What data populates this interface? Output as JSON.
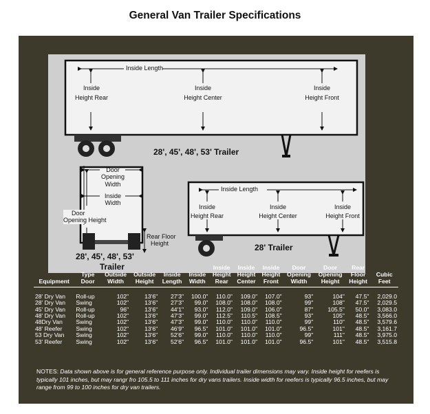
{
  "title": "General Van Trailer Specifications",
  "diagram": {
    "big_trailer": {
      "inside_length": "Inside Length",
      "rear": [
        "Inside",
        "Height Rear"
      ],
      "center": [
        "Inside",
        "Height Center"
      ],
      "front": [
        "Inside",
        "Height Front"
      ],
      "caption": "28', 45', 48', 53' Trailer"
    },
    "rear_view": {
      "door_width": [
        "Door",
        "Opening",
        "Width"
      ],
      "inside_width": [
        "Inside",
        "Width"
      ],
      "door_height": [
        "Door",
        "Opening Height"
      ],
      "floor_height": [
        "Rear Floor",
        "Height"
      ],
      "caption": [
        "28', 45', 48', 53'",
        "Trailer"
      ]
    },
    "small_trailer": {
      "inside_length": "Inside Length",
      "rear": [
        "Inside",
        "Height Rear"
      ],
      "center": [
        "Inside",
        "Height Center"
      ],
      "front": [
        "Inside",
        "Height Front"
      ],
      "caption": "28' Trailer"
    }
  },
  "table": {
    "headers": [
      [
        "Equipment"
      ],
      [
        "Type",
        "Door"
      ],
      [
        "Outside",
        "Width"
      ],
      [
        "Outside",
        "Height"
      ],
      [
        "Inside",
        "Length"
      ],
      [
        "Inside",
        "Width"
      ],
      [
        "Inside",
        "Height",
        "Rear"
      ],
      [
        "Inside",
        "Height",
        "Center"
      ],
      [
        "Inside",
        "Height",
        "Front"
      ],
      [
        "Door",
        "Opening",
        "Width"
      ],
      [
        "Door",
        "Opening",
        "Height"
      ],
      [
        "Rear",
        "Floor",
        "Height"
      ],
      [
        "Cubic",
        "Feet"
      ]
    ],
    "rows": [
      [
        "28' Dry Van",
        "Roll-up",
        "102\"",
        "13'6\"",
        "27'3\"",
        "100.0\"",
        "110.0\"",
        "109.0\"",
        "107.0\"",
        "93\"",
        "104\"",
        "47.5\"",
        "2,029.0"
      ],
      [
        "28' Dry Van",
        "Swing",
        "102\"",
        "13'6\"",
        "27'3\"",
        "99.0\"",
        "108.0\"",
        "108.0\"",
        "108.0\"",
        "99\"",
        "108\"",
        "47.5\"",
        "2,029.5"
      ],
      [
        "45' Dry Van",
        "Roll-up",
        "96\"",
        "13'6\"",
        "44'1\"",
        "93.0\"",
        "112.0\"",
        "109.0\"",
        "106.0\"",
        "87\"",
        "105.5\"",
        "50.0\"",
        "3,083.0"
      ],
      [
        "48' Dry Van",
        "Roll-up",
        "102\"",
        "13'6\"",
        "47'3\"",
        "99.0\"",
        "112.5\"",
        "110.5\"",
        "108.5\"",
        "93\"",
        "105\"",
        "48.5\"",
        "3,566.0"
      ],
      [
        "48Dry Van",
        "Swing",
        "102\"",
        "13'6\"",
        "47'3\"",
        "99.0\"",
        "110.0\"",
        "110.0\"",
        "110.0\"",
        "99\"",
        "110\"",
        "48.5\"",
        "3,579.6"
      ],
      [
        "48' Reefer",
        "Swing",
        "102\"",
        "13'6\"",
        "46'9\"",
        "96.5\"",
        "101.0\"",
        "101.0\"",
        "101.0\"",
        "96.5\"",
        "101\"",
        "48.5\"",
        "3,161.7"
      ],
      [
        "53 Dry Van",
        "Swing",
        "102\"",
        "13'6\"",
        "52'6\"",
        "99.0\"",
        "110.0\"",
        "110.0\"",
        "110.0\"",
        "99\"",
        "111\"",
        "48.5\"",
        "3,975.0"
      ],
      [
        "53' Reefer",
        "Swing",
        "102\"",
        "13'6\"",
        "52'6\"",
        "96.5\"",
        "101.0\"",
        "101.0\"",
        "101.0\"",
        "96.5\"",
        "101\"",
        "48.5\"",
        "3,515.8"
      ]
    ]
  },
  "notes": {
    "label": "NOTES:",
    "text": "Data shown above is for general reference purpose only.  Individual trailer dimensions may vary.  Inside height for reefers is typically 101 inches, but may rangr fro 105.5 to 111 inches for dry vans trailers.  Inside width for reefers is typically 96.5 inches, but may range from 99 to 100 inches for dry van trailers."
  }
}
